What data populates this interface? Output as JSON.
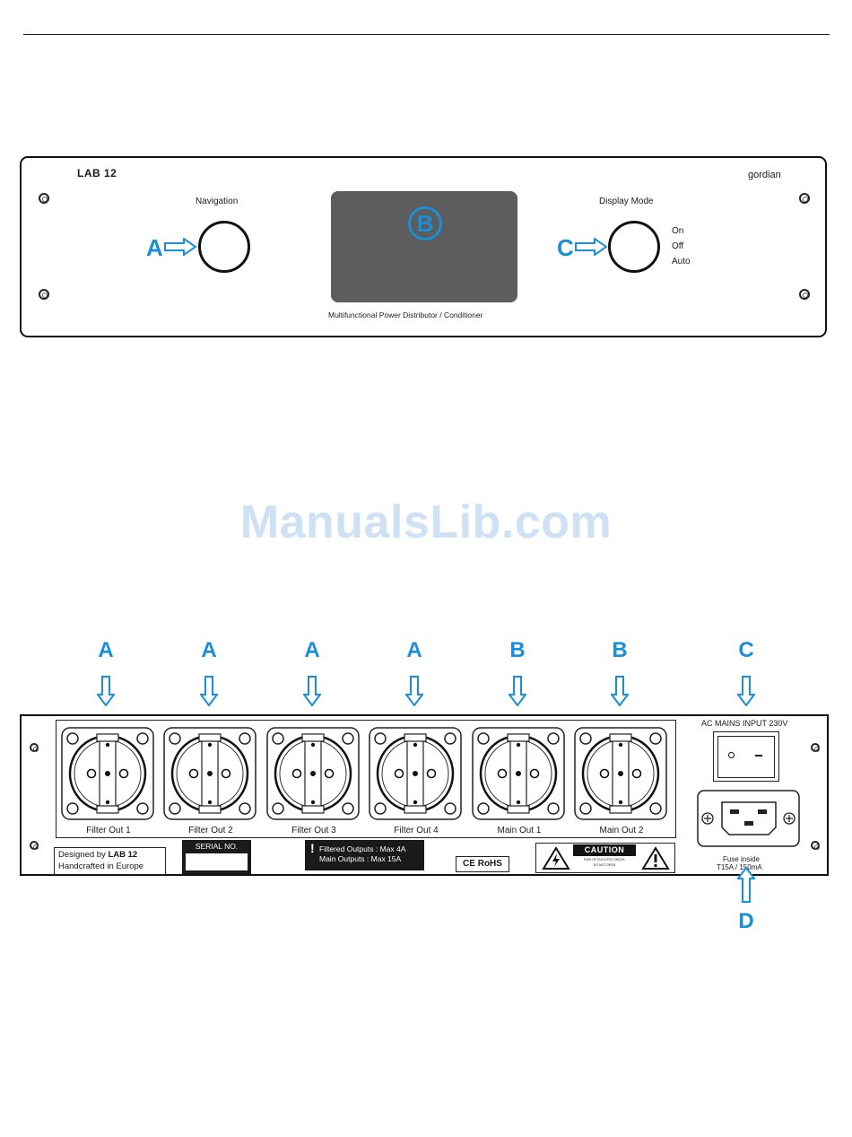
{
  "front_panel": {
    "brand_left": "LAB 12",
    "brand_right": "gordian",
    "navigation_label": "Navigation",
    "display_mode_label": "Display Mode",
    "mode_options": [
      "On",
      "Off",
      "Auto"
    ],
    "tagline": "Multifunctional Power Distributor / Conditioner",
    "callout_a": "A",
    "callout_b": "B",
    "callout_c": "C",
    "display_color": "#5d5d5d",
    "callout_color": "#1a8fd6"
  },
  "watermark": "ManualsLib.com",
  "rear_panel": {
    "top_callouts": [
      "A",
      "A",
      "A",
      "A",
      "B",
      "B",
      "C"
    ],
    "bottom_callout": "D",
    "outlets": [
      "Filter Out 1",
      "Filter Out 2",
      "Filter Out 3",
      "Filter Out 4",
      "Main Out 1",
      "Main Out 2"
    ],
    "ac_input_label": "AC MAINS INPUT 230V",
    "fuse_line1": "Fuse inside",
    "fuse_line2": "T15A / 150mA",
    "designed_by_prefix": "Designed by",
    "designed_by_brand": "LAB 12",
    "handcrafted": "Handcrafted in Europe",
    "serial_label": "SERIAL NO.",
    "output_line1": "Filtered Outputs : Max 4A",
    "output_line2": "Main Outputs : Max 15A",
    "ce_rohs": "CE RoHS",
    "caution_title": "CAUTION",
    "caution_line1": "RISK OF ELECTRIC SHOCK",
    "caution_line2": "DO NOT OPEN"
  }
}
